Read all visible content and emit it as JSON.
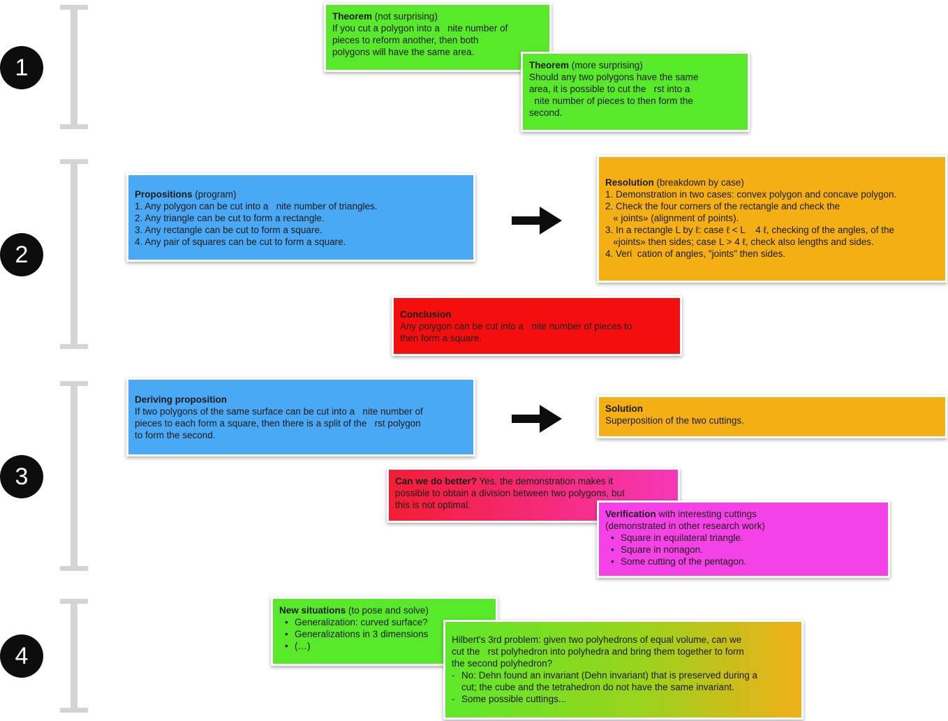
{
  "steps": [
    "1",
    "2",
    "3",
    "4"
  ],
  "colors": {
    "green": "#59e92b",
    "blue": "#4aa9f5",
    "orange": "#f4af15",
    "red": "#f50e0e",
    "magenta": "#f542e6",
    "bracket": "#d4d4d4"
  },
  "theorem1": {
    "title": "Theorem",
    "subtitle": "(not surprising)",
    "lines": [
      "If you cut a polygon into a   nite number of",
      "pieces to reform another, then both",
      "polygons will have the same area."
    ]
  },
  "theorem2": {
    "title": "Theorem",
    "subtitle": "(more surprising)",
    "lines": [
      "Should any two polygons have the same",
      "area, it is possible to cut the   rst into a",
      "  nite number of pieces to then form the",
      "second."
    ]
  },
  "propositions": {
    "title": "Propositions",
    "subtitle": "(program)",
    "lines": [
      "1. Any polygon can be cut into a   nite number of triangles.",
      "2. Any triangle can be cut to form a rectangle.",
      "3. Any rectangle can be cut to form a square.",
      "4. Any pair of squares can be cut to form a square."
    ]
  },
  "resolution": {
    "title": "Resolution",
    "subtitle": "(breakdown by case)",
    "lines": [
      "1. Demonstration in two cases: convex polygon and concave polygon.",
      "2. Check the four corners of the rectangle and check the",
      "   « joints» (alignment of points).",
      "3. In a rectangle L by ℓ: case ℓ < L    4 ℓ, checking of the angles, of the",
      "   «joints» then sides; case L > 4 ℓ, check also lengths and sides.",
      "4. Veri  cation of angles, \"joints\" then sides."
    ]
  },
  "conclusion": {
    "title": "Conclusion",
    "lines": [
      "Any polygon can be cut into a   nite number of pieces to",
      "then form a square."
    ]
  },
  "deriving": {
    "title": "Deriving proposition",
    "lines": [
      "If two polygons of the same surface can be cut into a   nite number of",
      "pieces to each form a square, then there is a split of the   rst polygon",
      "to form the second."
    ]
  },
  "solution": {
    "title": "Solution",
    "lines": [
      "Superposition of the two cuttings."
    ]
  },
  "better": {
    "title": "Can we do better?",
    "first": "Yes, the demonstration makes it",
    "lines": [
      "possible to obtain a division between two polygons, but",
      "this is not optimal."
    ]
  },
  "verification": {
    "title": "Verification",
    "subtitle": "with interesting cuttings",
    "line2": "(demonstrated in other research work)",
    "items": [
      "Square in equilateral triangle.",
      "Square in nonagon.",
      "Some cutting of the pentagon."
    ]
  },
  "new_situations": {
    "title": "New situations",
    "subtitle": "(to pose and solve)",
    "items": [
      "Generalization: curved surface?",
      "Generalizations in 3 dimensions",
      "(…)"
    ]
  },
  "hilbert": {
    "lines": [
      "Hilbert's 3rd problem: given two polyhedrons of equal volume, can we",
      "cut the   rst polyhedron into polyhedra and bring them together to form",
      "the second polyhedron?"
    ],
    "items": [
      "No: Dehn found an invariant (Dehn invariant) that is preserved during a",
      "Some possible cuttings..."
    ],
    "item1_cont": "cut; the cube and the tetrahedron do not have the same invariant."
  }
}
